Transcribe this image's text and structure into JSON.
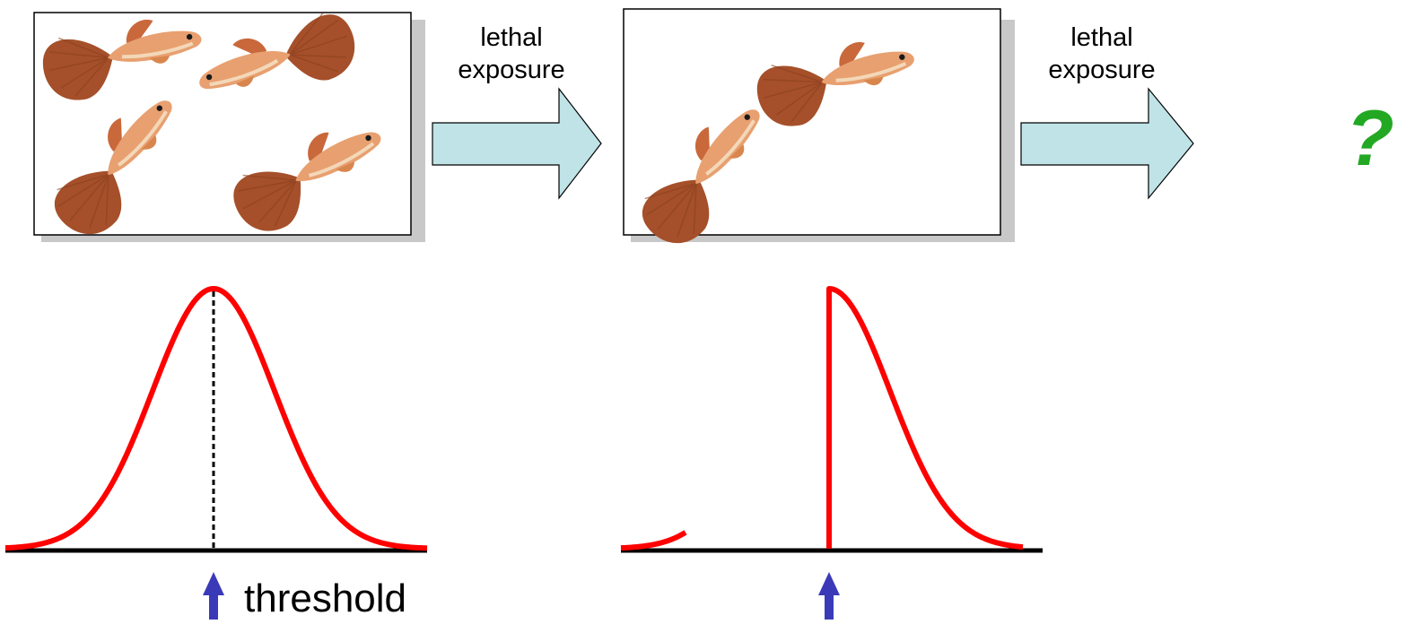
{
  "arrows": [
    {
      "label_line1": "lethal",
      "label_line2": "exposure"
    },
    {
      "label_line1": "lethal",
      "label_line2": "exposure"
    }
  ],
  "question_mark": "?",
  "threshold_label": "threshold",
  "panels": [
    {
      "fish_count": 4
    },
    {
      "fish_count": 2
    }
  ],
  "colors": {
    "curve": "#ff0000",
    "axis": "#000000",
    "arrow_fill": "#bfe3e6",
    "threshold_arrow": "#3a3ab8",
    "question_mark": "#23a823",
    "panel_shadow": "#c8c8c8",
    "fish_body": "#e8a070",
    "fish_tail": "#a5502a"
  }
}
